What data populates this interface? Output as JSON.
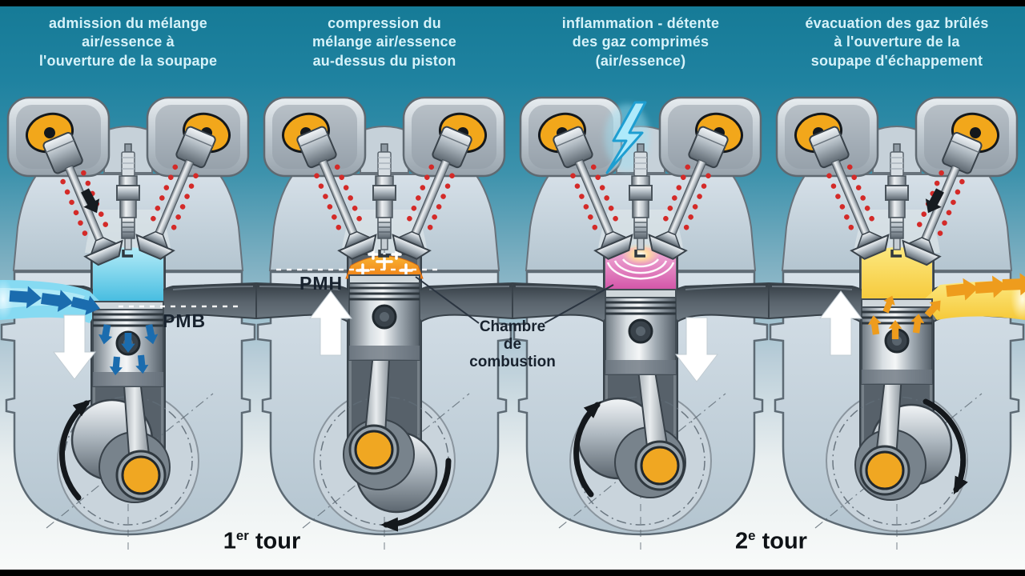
{
  "panels": [
    {
      "id": "admission",
      "header_lines": [
        "admission du mélange",
        "air/essence à",
        "l'ouverture de la soupape"
      ],
      "stroke": "intake",
      "piston_motion": "down",
      "crank_rotation": "clockwise",
      "open_valve": "intake",
      "marker_label": "PMB"
    },
    {
      "id": "compression",
      "header_lines": [
        "compression du",
        "mélange air/essence",
        "au-dessus du piston"
      ],
      "stroke": "compression",
      "piston_motion": "up",
      "crank_rotation": "clockwise",
      "open_valve": "none",
      "marker_label": "PMH"
    },
    {
      "id": "combustion",
      "header_lines": [
        "inflammation - détente",
        "des gaz comprimés",
        "(air/essence)"
      ],
      "stroke": "power",
      "piston_motion": "down",
      "crank_rotation": "clockwise",
      "open_valve": "none",
      "marker_label": ""
    },
    {
      "id": "echappement",
      "header_lines": [
        "évacuation des gaz brûlés",
        "à l'ouverture de la",
        "soupape d'échappement"
      ],
      "stroke": "exhaust",
      "piston_motion": "up",
      "crank_rotation": "clockwise",
      "open_valve": "exhaust",
      "marker_label": ""
    }
  ],
  "labels": {
    "pmb": "PMB",
    "pmh": "PMH",
    "combustion_chamber_lines": [
      "Chambre",
      "de",
      "combustion"
    ],
    "turn1": {
      "base": "1",
      "sup": "er",
      "word": " tour"
    },
    "turn2": {
      "base": "2",
      "sup": "e",
      "word": " tour"
    }
  },
  "colors": {
    "background_teal": "#157a96",
    "background_light": "#f8faf9",
    "header_text": "#d6f2f9",
    "label_text": "#18222e",
    "intake_blue": "#7ed7f0",
    "intake_arrow_blue": "#1b6cae",
    "compression_orange": "#f6891d",
    "combustion_pink": "#df63b2",
    "combustion_glow": "#ffd9a0",
    "exhaust_yellow": "#f8d24b",
    "exhaust_arrow_orange": "#ee9c1d",
    "cam_yellow": "#f2a71b",
    "crankpin_yellow": "#f0a722",
    "spring_red": "#d42a28",
    "spark_blue": "#aeeafb",
    "block_grey": "#c6d4de",
    "white": "#ffffff"
  }
}
